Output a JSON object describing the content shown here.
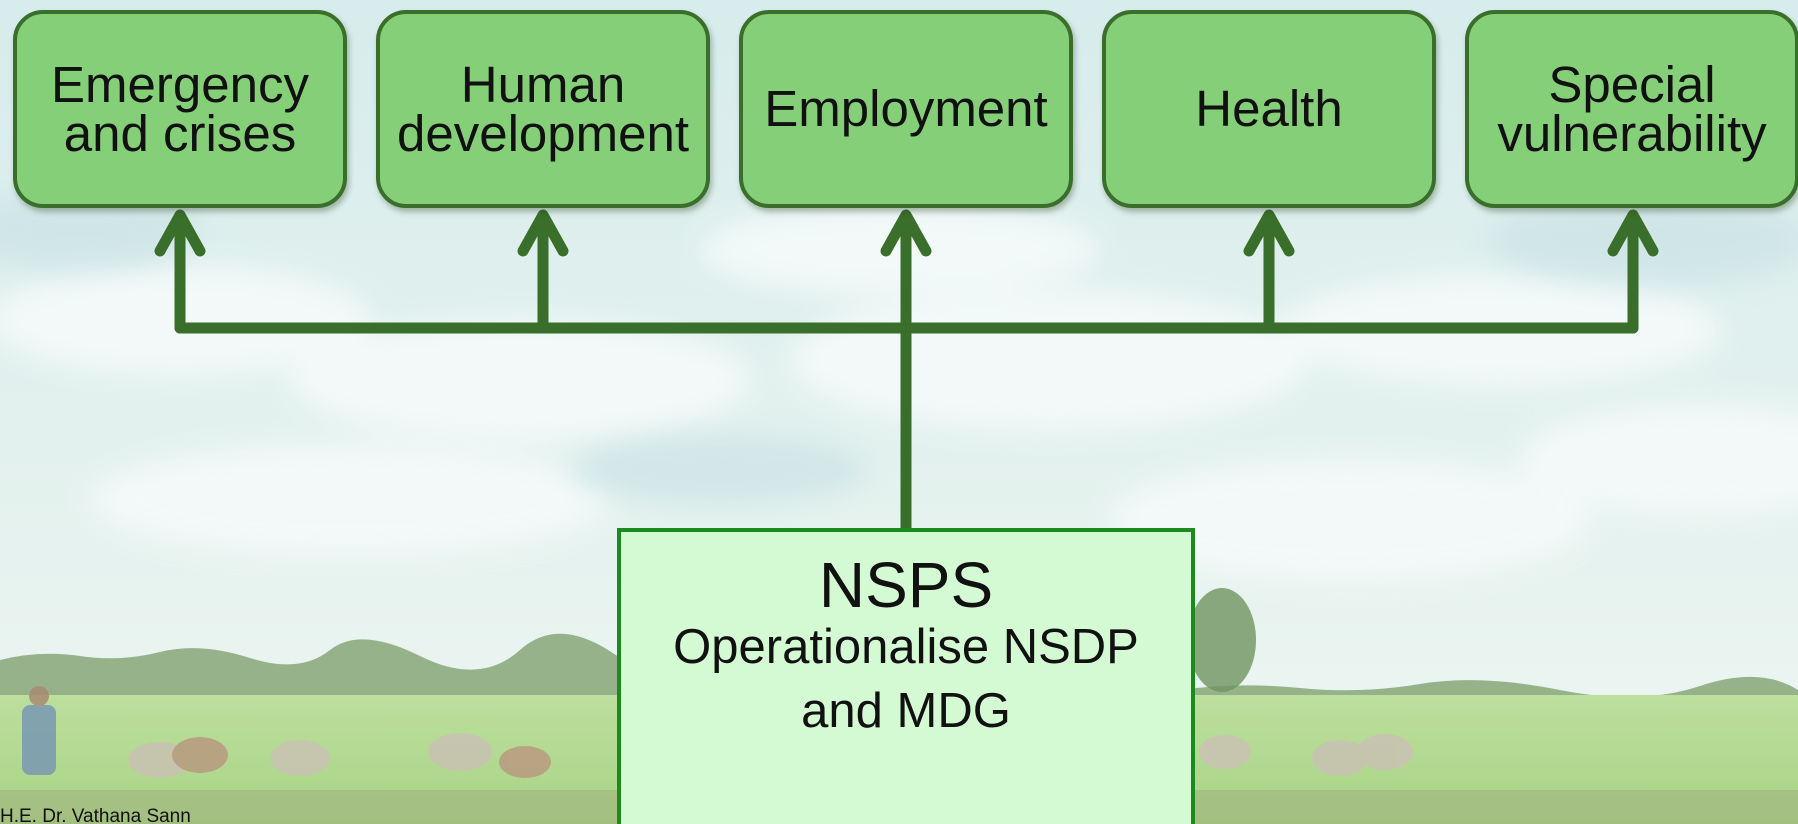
{
  "pillars": [
    {
      "line1": "Emergency",
      "line2": "and crises"
    },
    {
      "line1": "Human",
      "line2": "development"
    },
    {
      "line1": "Employment",
      "line2": ""
    },
    {
      "line1": "Health",
      "line2": ""
    },
    {
      "line1": "Special",
      "line2": "vulnerability"
    }
  ],
  "strategy": {
    "title": "NSPS",
    "subtitle_line1": "Operationalise NSDP",
    "subtitle_line2": "and MDG"
  },
  "author": "H.E. Dr. Vathana Sann",
  "colors": {
    "pillar_fill": "#86cf79",
    "pillar_border": "#3a6e2b",
    "connector": "#3a6e2b",
    "strategy_fill": "#d4fad3",
    "strategy_border": "#1d8a1d"
  }
}
